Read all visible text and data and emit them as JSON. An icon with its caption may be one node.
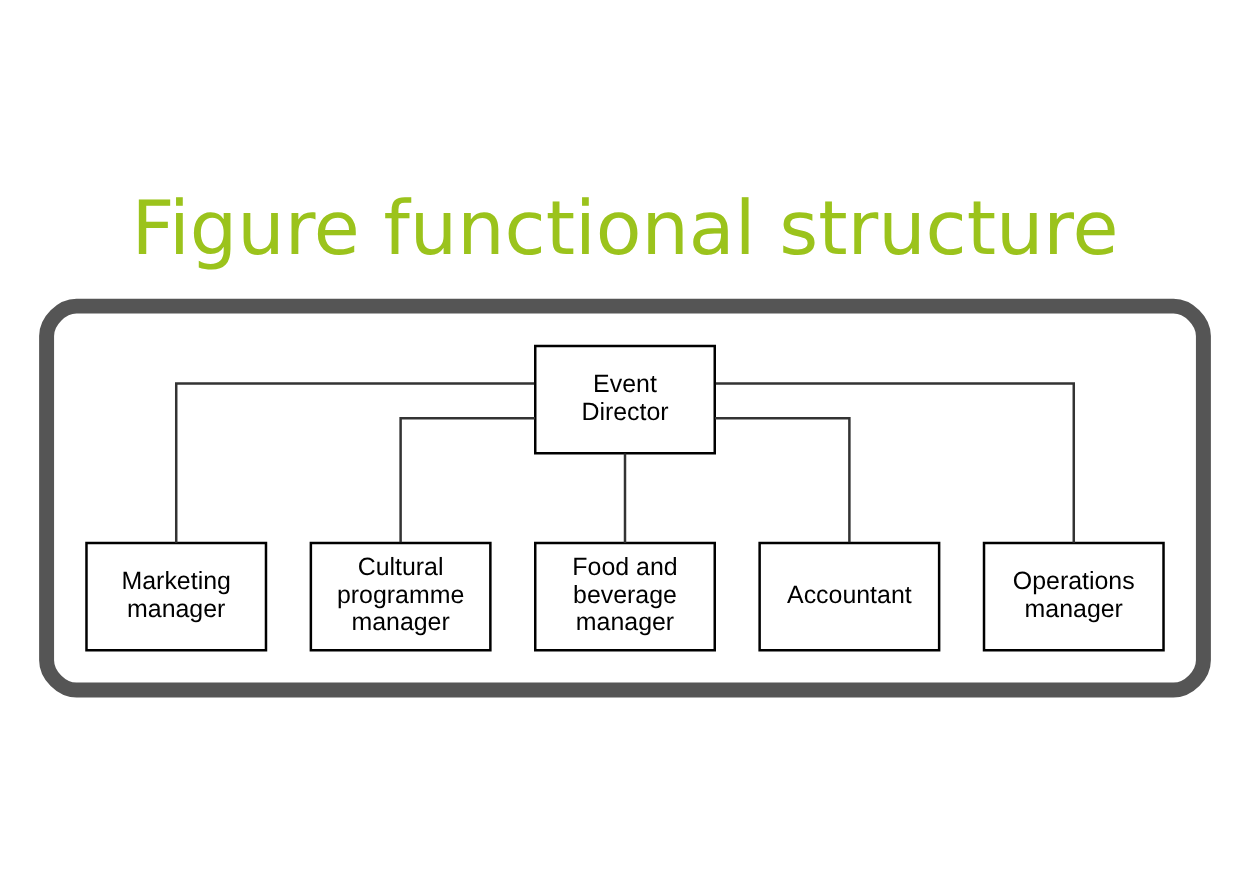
{
  "diagram": {
    "title": "Figure functional structure",
    "nodes": [
      {
        "text": [],
        "shape": "box"
      },
      {
        "text": [
          "Event Director"
        ],
        "in": 0
      },
      {
        "text": [
          "Marketing manager"
        ],
        "in": 0
      },
      {
        "text": [
          "Cultural programme manager"
        ],
        "in": 0
      },
      {
        "text": [
          "Food and beverage manager"
        ],
        "in": 0
      },
      {
        "text": [
          "Accountant"
        ],
        "in": 0
      },
      {
        "text": [
          "Operations manager"
        ],
        "in": 0
      }
    ],
    "edges": [
      {
        "from": 1,
        "to": 2,
        "arrow": "none"
      },
      {
        "from": 1,
        "to": 3,
        "arrow": "none"
      },
      {
        "from": 1,
        "to": 4,
        "arrow": "none"
      },
      {
        "from": 1,
        "to": 5,
        "arrow": "none"
      },
      {
        "from": 1,
        "to": 6,
        "arrow": "none"
      }
    ]
  }
}
